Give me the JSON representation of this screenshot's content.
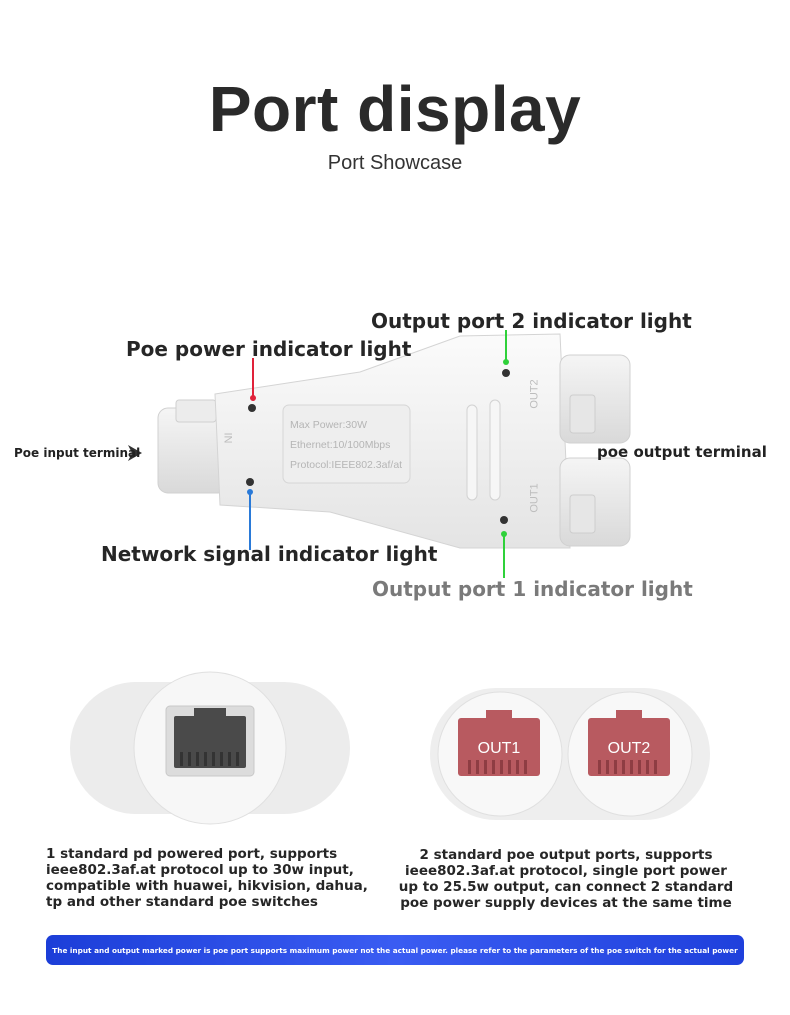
{
  "header": {
    "title": "Port display",
    "subtitle": "Port Showcase"
  },
  "diagram": {
    "labels": {
      "poe_power_indicator": "Poe power indicator light",
      "output_port2_indicator": "Output port 2 indicator light",
      "poe_input_terminal": "Poe input terminal",
      "poe_output_terminal": "poe output terminal",
      "network_signal_indicator": "Network signal indicator light",
      "output_port1_indicator": "Output port 1 indicator light"
    },
    "device_text": {
      "max_power": "Max Power:30W",
      "ethernet": "Ethernet:10/100Mbps",
      "protocol": "Protocol:IEEE802.3af/at",
      "in": "IN",
      "out1": "OUT1",
      "out2": "OUT2"
    },
    "colors": {
      "power_led_line": "#e0223a",
      "network_led_line": "#2a7ad8",
      "output_led_line": "#2fd13a"
    }
  },
  "ports": {
    "input_port": {
      "description": "1 standard pd powered port, supports ieee802.3af.at protocol up to 30w input, compatible with huawei, hikvision, dahua, tp and other standard poe switches"
    },
    "output_ports": {
      "out1_label": "OUT1",
      "out2_label": "OUT2",
      "description": "2 standard poe output ports, supports ieee802.3af.at protocol, single port power up to 25.5w output, can connect 2 standard poe power supply devices at the same time"
    }
  },
  "notice": {
    "text": "The input and output marked power is poe port supports maximum power not the actual power. please refer to the parameters of the poe switch for the actual power"
  }
}
